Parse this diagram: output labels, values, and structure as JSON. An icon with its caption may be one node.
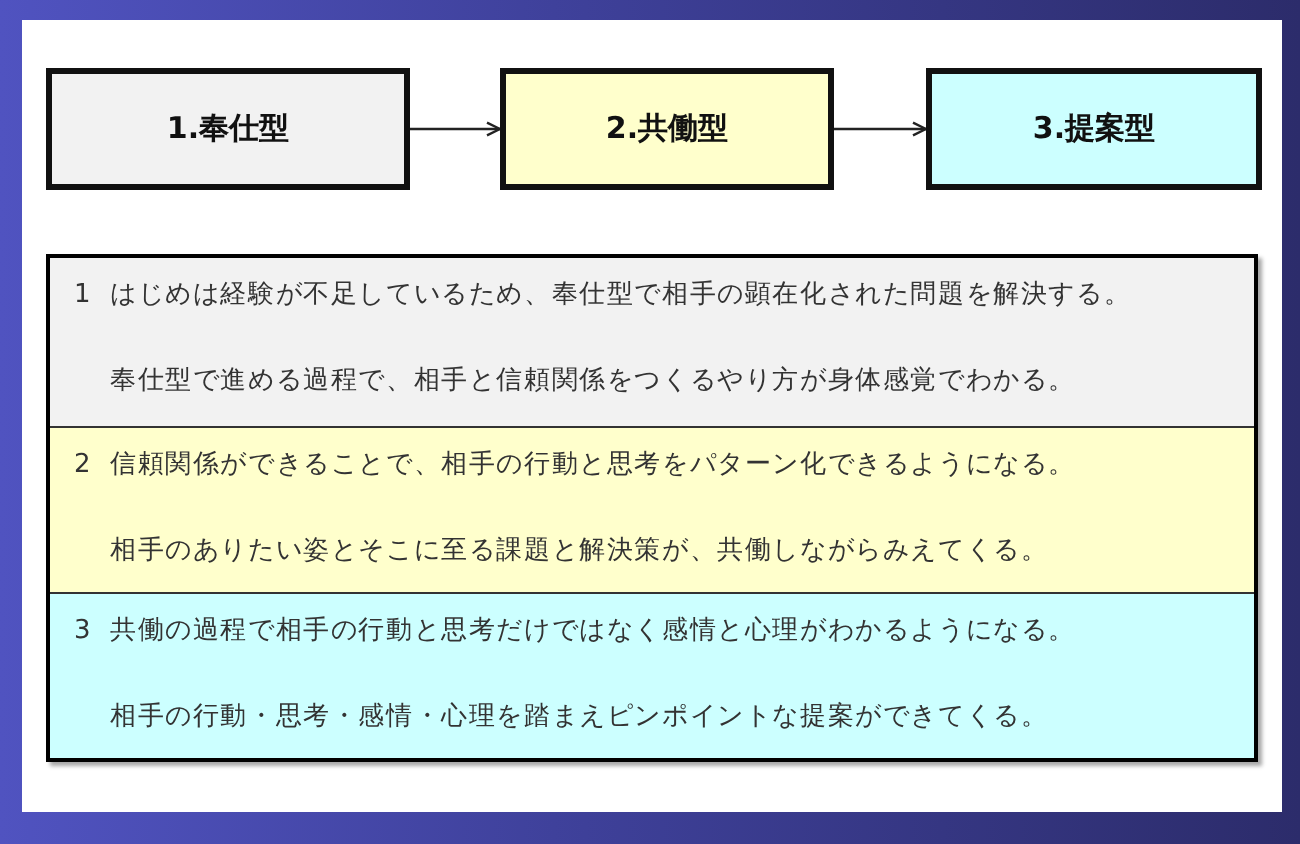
{
  "diagram": {
    "nodes": [
      {
        "text": [
          "1.奉仕型"
        ]
      },
      {
        "text": [
          "2.共働型"
        ]
      },
      {
        "text": [
          "3.提案型"
        ]
      },
      {
        "text": [],
        "shape": "box"
      },
      {
        "text": [
          "1",
          "はじめは経験が不足しているため、奉仕型で相手の顕在化された問題を解決する。",
          "奉仕型で進める過程で、相手と信頼関係をつくるやり方が身体感覚でわかる。"
        ],
        "in": 3
      },
      {
        "text": [
          "2",
          "信頼関係ができることで、相手の行動と思考をパターン化できるようになる。",
          "相手のありたい姿とそこに至る課題と解決策が、共働しながらみえてくる。"
        ],
        "in": 3
      },
      {
        "text": [
          "3",
          "共働の過程で相手の行動と思考だけではなく感情と心理がわかるようになる。",
          "相手の行動・思考・感情・心理を踏まえピンポイントな提案ができてくる。"
        ],
        "in": 3
      }
    ],
    "edges": [
      {
        "from": 0,
        "to": 1,
        "arrow": "to"
      },
      {
        "from": 1,
        "to": 2,
        "arrow": "to"
      }
    ]
  }
}
